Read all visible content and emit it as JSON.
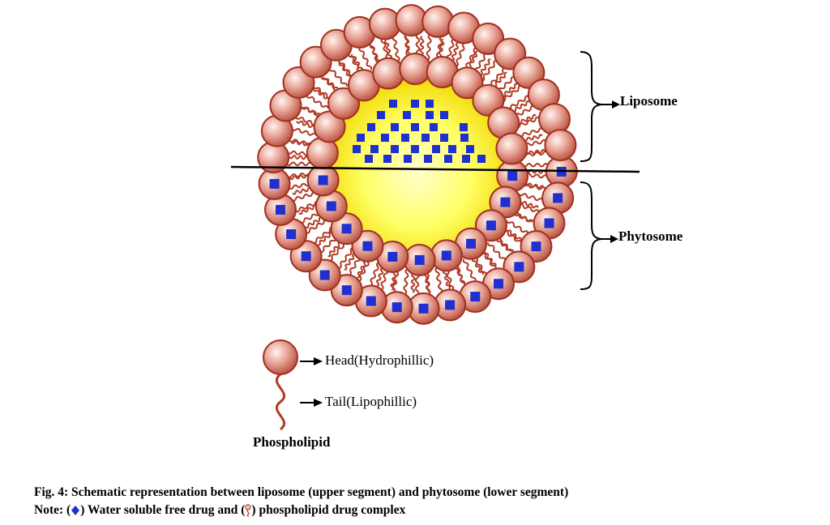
{
  "labels": {
    "liposome": "Liposome",
    "phytosome": "Phytosome",
    "head": "Head(Hydrophillic)",
    "tail": "Tail(Lipophillic)",
    "phospholipid": "Phospholipid"
  },
  "caption": {
    "line1": "Fig. 4: Schematic representation between liposome (upper segment) and phytosome (lower segment)",
    "note_prefix": "Note: (",
    "note_middle": ") Water soluble free drug and (",
    "note_suffix": ") phospholipid drug complex"
  },
  "icons": {
    "free_drug": "blue-diamond-icon",
    "complex": "phospholipid-complex-icon"
  },
  "colors": {
    "head_fill": "#e8a294",
    "head_stroke": "#a0301f",
    "tail": "#b23a22",
    "drug": "#1f2fd0",
    "core_center": "#ffff99",
    "core_edge": "#f2e400"
  }
}
